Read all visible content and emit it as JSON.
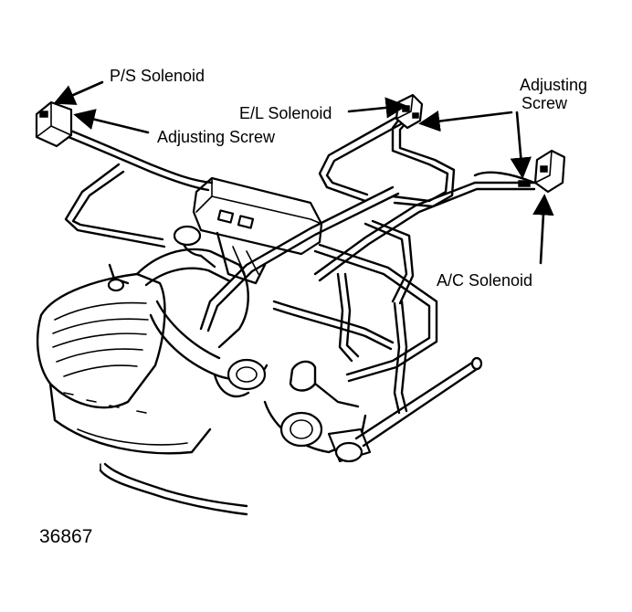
{
  "labels": {
    "ps_solenoid": "P/S Solenoid",
    "ps_adjusting_screw": "Adjusting Screw",
    "el_solenoid": "E/L Solenoid",
    "ac_adjusting_screw_line1": "Adjusting",
    "ac_adjusting_screw_line2": "Screw",
    "ac_solenoid": "A/C Solenoid"
  },
  "figure_id": "36867",
  "colors": {
    "ink": "#000000",
    "paper": "#ffffff"
  }
}
